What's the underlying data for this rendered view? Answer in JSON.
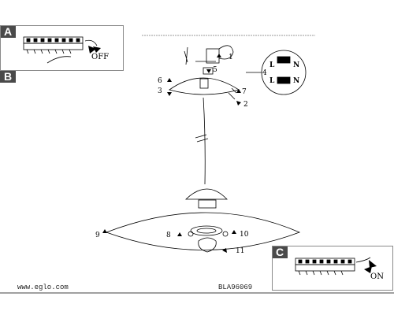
{
  "sections": {
    "a": {
      "letter": "A",
      "switch_label": "OFF"
    },
    "b": {
      "letter": "B"
    },
    "c": {
      "letter": "C",
      "switch_label": "ON"
    }
  },
  "callouts": [
    "1",
    "2",
    "3",
    "4",
    "5",
    "6",
    "7",
    "8",
    "9",
    "10",
    "11"
  ],
  "terminals": {
    "l_top": "L",
    "n_top": "N",
    "l_bottom": "L",
    "n_bottom": "N"
  },
  "footer": {
    "website": "www.eglo.com",
    "model": "BLA96069"
  },
  "colors": {
    "badge": "#4a4a4a",
    "line": "#000000",
    "frame": "#8a8a8a"
  }
}
